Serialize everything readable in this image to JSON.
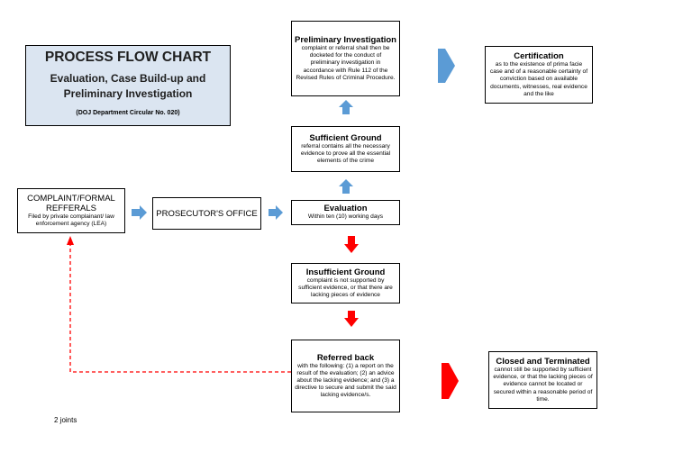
{
  "header": {
    "title": "PROCESS FLOW CHART",
    "subtitle": "Evaluation, Case Build-up and Preliminary Investigation",
    "note": "(DOJ Department Circular No. 020)"
  },
  "nodes": {
    "complaint": {
      "title": "COMPLAINT/FORMAL REFFERALS",
      "body": "Filed by private complainant/ law enforcement agency (LEA)"
    },
    "prosecutor": {
      "title": "PROSECUTOR'S OFFICE"
    },
    "evaluation": {
      "title": "Evaluation",
      "body": "Within ten (10) working days"
    },
    "sufficient": {
      "title": "Sufficient Ground",
      "body": "referral contains all the necessary evidence to prove all the essential elements of the crime"
    },
    "preliminary": {
      "title": "Preliminary Investigation",
      "body": "complaint or referral shall then be docketed for the conduct of preliminary investigation in accordance with Rule 112 of the Revised Rules of Criminal Procedure."
    },
    "certification": {
      "title": "Certification",
      "body": "as to the existence of prima facie case and of a reasonable certainty of conviction based on available documents, witnesses, real evidence and the like"
    },
    "insufficient": {
      "title": "Insufficient Ground",
      "body": "complaint is not supported by sufficient evidence, or that there are lacking pieces of evidence"
    },
    "referred": {
      "title": "Referred back",
      "body": "with the following: (1) a report on the result of the evaluation; (2) an advice about the lacking evidence; and (3) a directive to secure and submit the said lacking evidence/s."
    },
    "closed": {
      "title": "Closed and Terminated",
      "body": "cannot still be supported by sufficient evidence, or that the lacking pieces of evidence cannot be located or secured within a reasonable period of time."
    }
  },
  "footer": {
    "note": "2 joints"
  },
  "colors": {
    "blue_arrow": "#5b9bd5",
    "red_arrow": "#ff0000",
    "title_bg": "#dbe5f1"
  }
}
